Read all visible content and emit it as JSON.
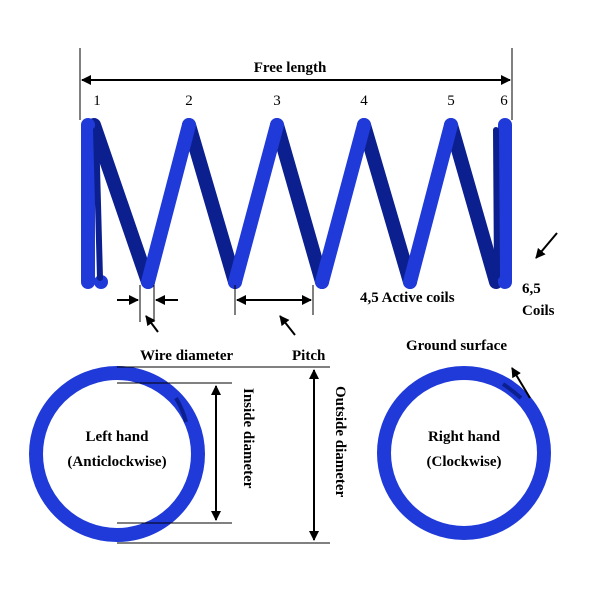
{
  "labels": {
    "free_length": "Free length",
    "active_coils": "4,5 Active coils",
    "total_coils_value": "6,5",
    "total_coils_unit": "Coils",
    "wire_diameter": "Wire diameter",
    "pitch": "Pitch",
    "ground_surface": "Ground surface",
    "inside_diameter": "Inside diameter",
    "outside_diameter": "Outside diameter",
    "left_hand_title": "Left hand",
    "left_hand_sub": "(Anticlockwise)",
    "right_hand_title": "Right hand",
    "right_hand_sub": "(Clockwise)"
  },
  "coil_numbers": [
    "1",
    "2",
    "3",
    "4",
    "5",
    "6"
  ],
  "colors": {
    "spring": "#1f3ad8",
    "spring_dark": "#0c1f8f",
    "ink": "#000000"
  }
}
